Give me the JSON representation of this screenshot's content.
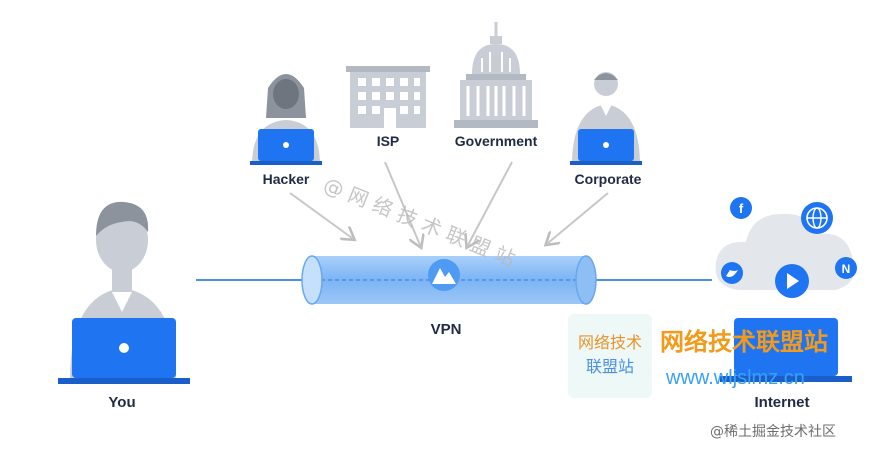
{
  "labels": {
    "hacker": "Hacker",
    "isp": "ISP",
    "government": "Government",
    "corporate": "Corporate",
    "you": "You",
    "vpn": "VPN",
    "internet": "Internet"
  },
  "watermarks": {
    "diagonal": "@ 网 络 技 术 联 盟 站",
    "logo_line1": "网络技术",
    "logo_line2": "联盟站",
    "site_name": "网络技术联盟站",
    "site_url": "www.wljslmz.cn",
    "juejin": "@稀土掘金技术社区"
  },
  "icons": {
    "cloud_badges": [
      "facebook-icon",
      "globe-icon",
      "twitter-icon",
      "play-icon",
      "n-icon"
    ]
  },
  "colors": {
    "laptop_blue": "#1f74f2",
    "figure_gray": "#c9ced6",
    "figure_dark": "#8d939d",
    "tube_blue": "#8ec0f6",
    "line_blue": "#4a8fe8",
    "arrow_gray": "#c7c7c7",
    "label_text": "#1f2a44",
    "cloud_gray": "#e3e6ea"
  }
}
